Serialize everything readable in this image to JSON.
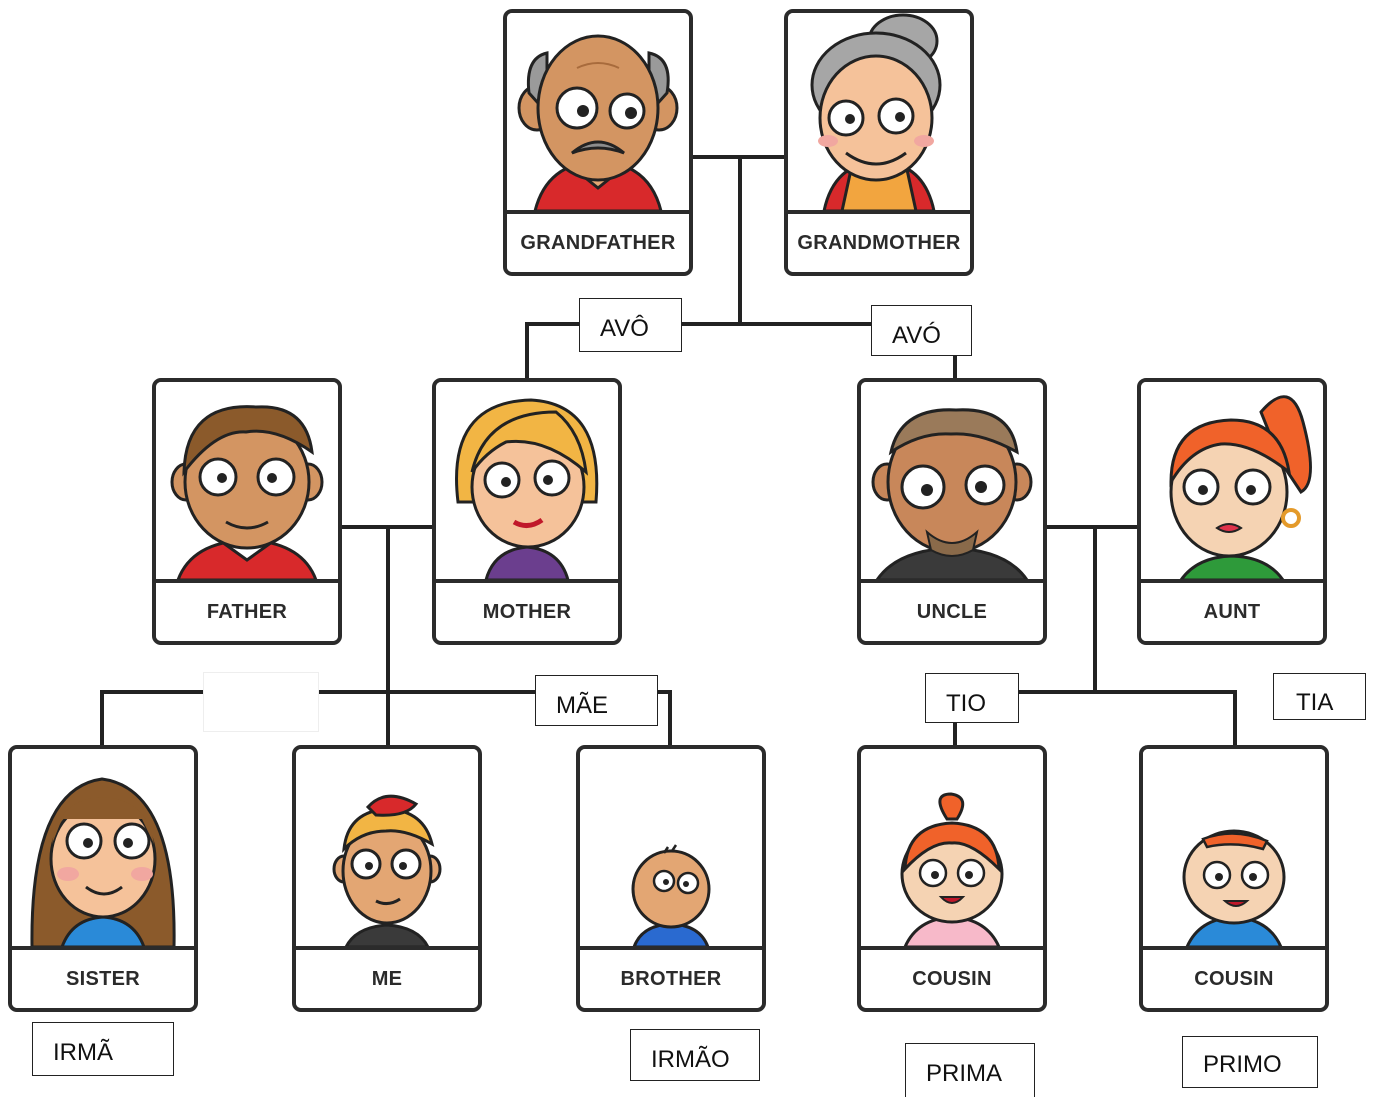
{
  "cards": {
    "grandfather": "GRANDFATHER",
    "grandmother": "GRANDMOTHER",
    "father": "FATHER",
    "mother": "MOTHER",
    "uncle": "UNCLE",
    "aunt": "AUNT",
    "sister": "SISTER",
    "me": "ME",
    "brother": "BROTHER",
    "cousin_girl": "COUSIN",
    "cousin_boy": "COUSIN"
  },
  "translations": {
    "avo_grandfather": "AVÔ",
    "avo_grandmother": "AVÓ",
    "father_pt": "",
    "mae": "MÃE",
    "tio": "TIO",
    "tia": "TIA",
    "irma": "IRMÃ",
    "irmao": "IRMÃO",
    "prima": "PRIMA",
    "primo": "PRIMO"
  }
}
